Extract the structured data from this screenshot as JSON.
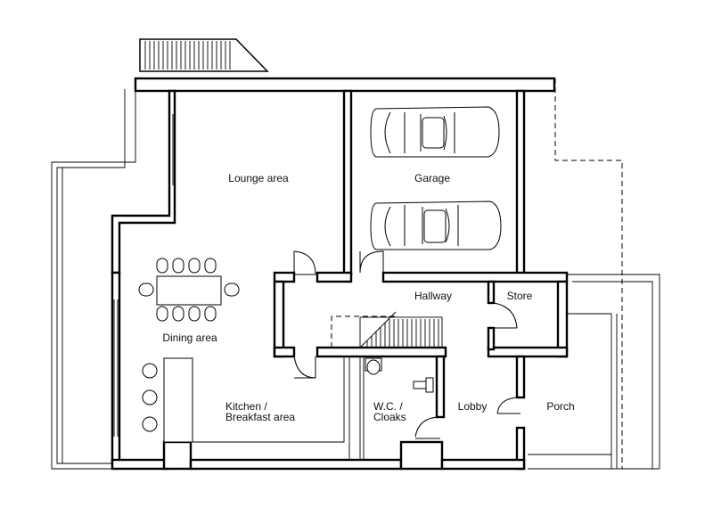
{
  "rooms": {
    "lounge": "Lounge area",
    "garage": "Garage",
    "hallway": "Hallway",
    "store": "Store",
    "dining": "Dining area",
    "kitchen_line1": "Kitchen /",
    "kitchen_line2": "Breakfast area",
    "wc_line1": "W.C. /",
    "wc_line2": "Cloaks",
    "lobby": "Lobby",
    "porch": "Porch"
  },
  "icons": [
    "car-icon",
    "dining-table-icon",
    "stool-icon",
    "wc-icon",
    "basin-icon",
    "staircase-icon"
  ]
}
